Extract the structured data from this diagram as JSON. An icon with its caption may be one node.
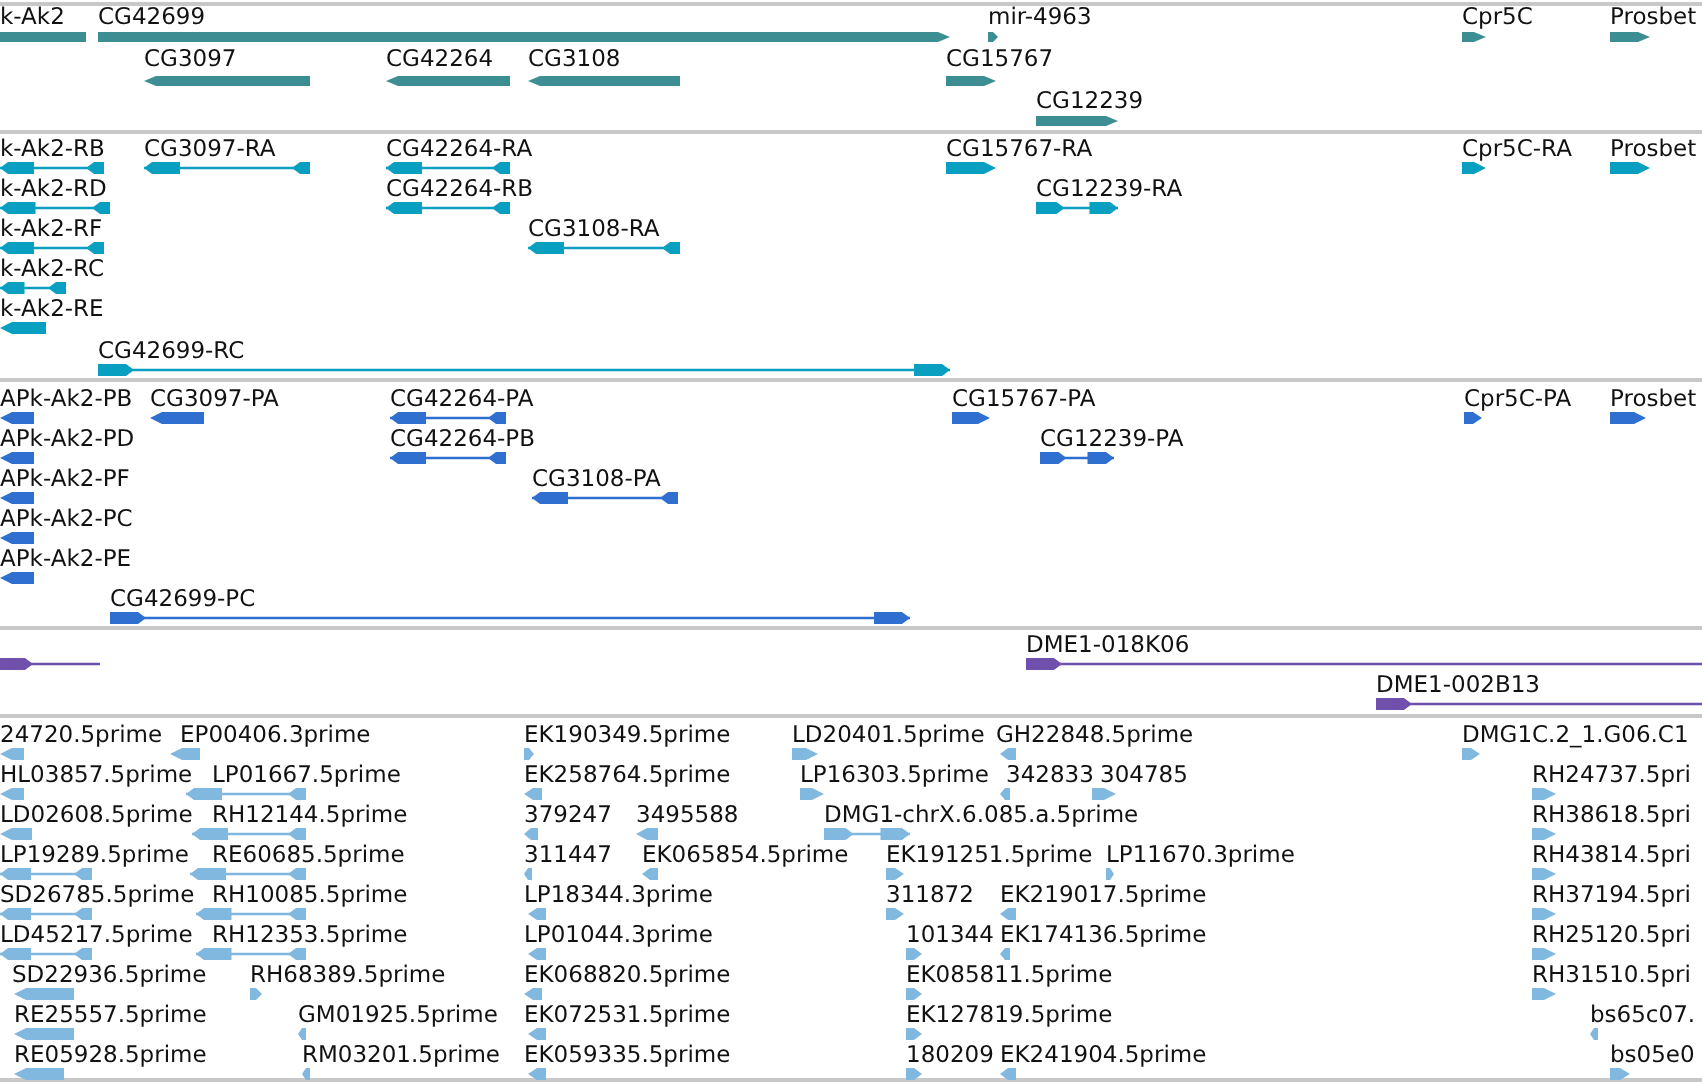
{
  "diagram": {
    "labels": [
      "k-Ak2",
      "CG42699",
      "mir-4963",
      "Cpr5C",
      "Prosbet",
      "CG3097",
      "CG42264",
      "CG3108",
      "CG15767",
      "CG12239",
      "k-Ak2-RB",
      "CG3097-RA",
      "CG42264-RA",
      "CG15767-RA",
      "Cpr5C-RA",
      "Prosbet",
      "k-Ak2-RD",
      "CG42264-RB",
      "CG12239-RA",
      "k-Ak2-RF",
      "CG3108-RA",
      "k-Ak2-RC",
      "k-Ak2-RE",
      "CG42699-RC",
      "APk-Ak2-PB",
      "CG3097-PA",
      "CG42264-PA",
      "CG15767-PA",
      "Cpr5C-PA",
      "Prosbet",
      "APk-Ak2-PD",
      "CG42264-PB",
      "CG12239-PA",
      "APk-Ak2-PF",
      "CG3108-PA",
      "APk-Ak2-PC",
      "APk-Ak2-PE",
      "CG42699-PC",
      "DME1-018K06",
      "DME1-002B13",
      "24720.5prime",
      "EP00406.3prime",
      "EK190349.5prime",
      "LD20401.5prime",
      "GH22848.5prime",
      "DMG1C.2_1.G06.C1",
      "HL03857.5prime",
      "LP01667.5prime",
      "EK258764.5prime",
      "LP16303.5prime",
      "342833",
      "304785",
      "RH24737.5pri",
      "LD02608.5prime",
      "RH12144.5prime",
      "379247",
      "3495588",
      "DMG1-chrX.6.085.a.5prime",
      "RH38618.5pri",
      "LP19289.5prime",
      "RE60685.5prime",
      "311447",
      "EK065854.5prime",
      "EK191251.5prime",
      "LP11670.3prime",
      "RH43814.5pri",
      "SD26785.5prime",
      "RH10085.5prime",
      "LP18344.3prime",
      "311872",
      "EK219017.5prime",
      "RH37194.5pri",
      "LD45217.5prime",
      "RH12353.5prime",
      "LP01044.3prime",
      "101344",
      "EK174136.5prime",
      "RH25120.5pri",
      "SD22936.5prime",
      "RH68389.5prime",
      "EK068820.5prime",
      "EK085811.5prime",
      "RH31510.5pri",
      "RE25557.5prime",
      "GM01925.5prime",
      "EK072531.5prime",
      "EK127819.5prime",
      "bs65c07.",
      "RE05928.5prime",
      "RM03201.5prime",
      "EK059335.5prime",
      "180209",
      "EK241904.5prime",
      "bs05e0"
    ]
  }
}
